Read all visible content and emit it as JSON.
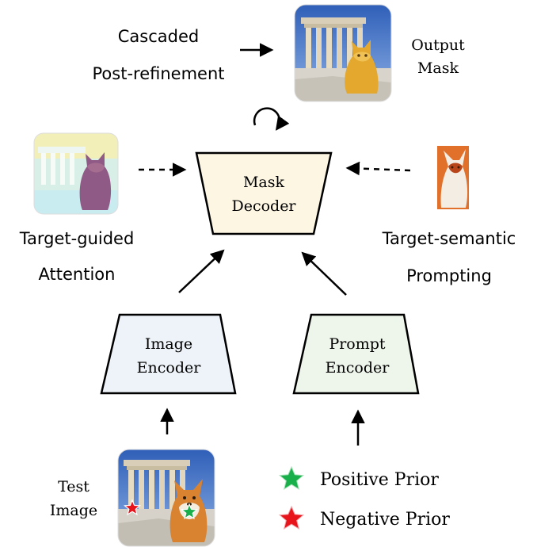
{
  "labels": {
    "cascaded_line1": "Cascaded",
    "cascaded_line2": "Post-refinement",
    "output_line1": "Output",
    "output_line2": "Mask",
    "target_guided_line1": "Target-guided",
    "target_guided_line2": "Attention",
    "target_semantic_line1": "Target-semantic",
    "target_semantic_line2": "Prompting",
    "test_line1": "Test",
    "test_line2": "Image"
  },
  "boxes": {
    "mask_decoder_line1": "Mask",
    "mask_decoder_line2": "Decoder",
    "image_encoder_line1": "Image",
    "image_encoder_line2": "Encoder",
    "prompt_encoder_line1": "Prompt",
    "prompt_encoder_line2": "Encoder"
  },
  "legend": {
    "positive": "Positive Prior",
    "negative": "Negative Prior"
  },
  "colors": {
    "mask_decoder_fill": "#fdf6e3",
    "image_encoder_fill": "#eef3f9",
    "prompt_encoder_fill": "#eef5ea",
    "positive_star": "#19b04b",
    "negative_star": "#e8141c",
    "sky": "#3d6fc2",
    "dog_orange": "#e0702a"
  }
}
